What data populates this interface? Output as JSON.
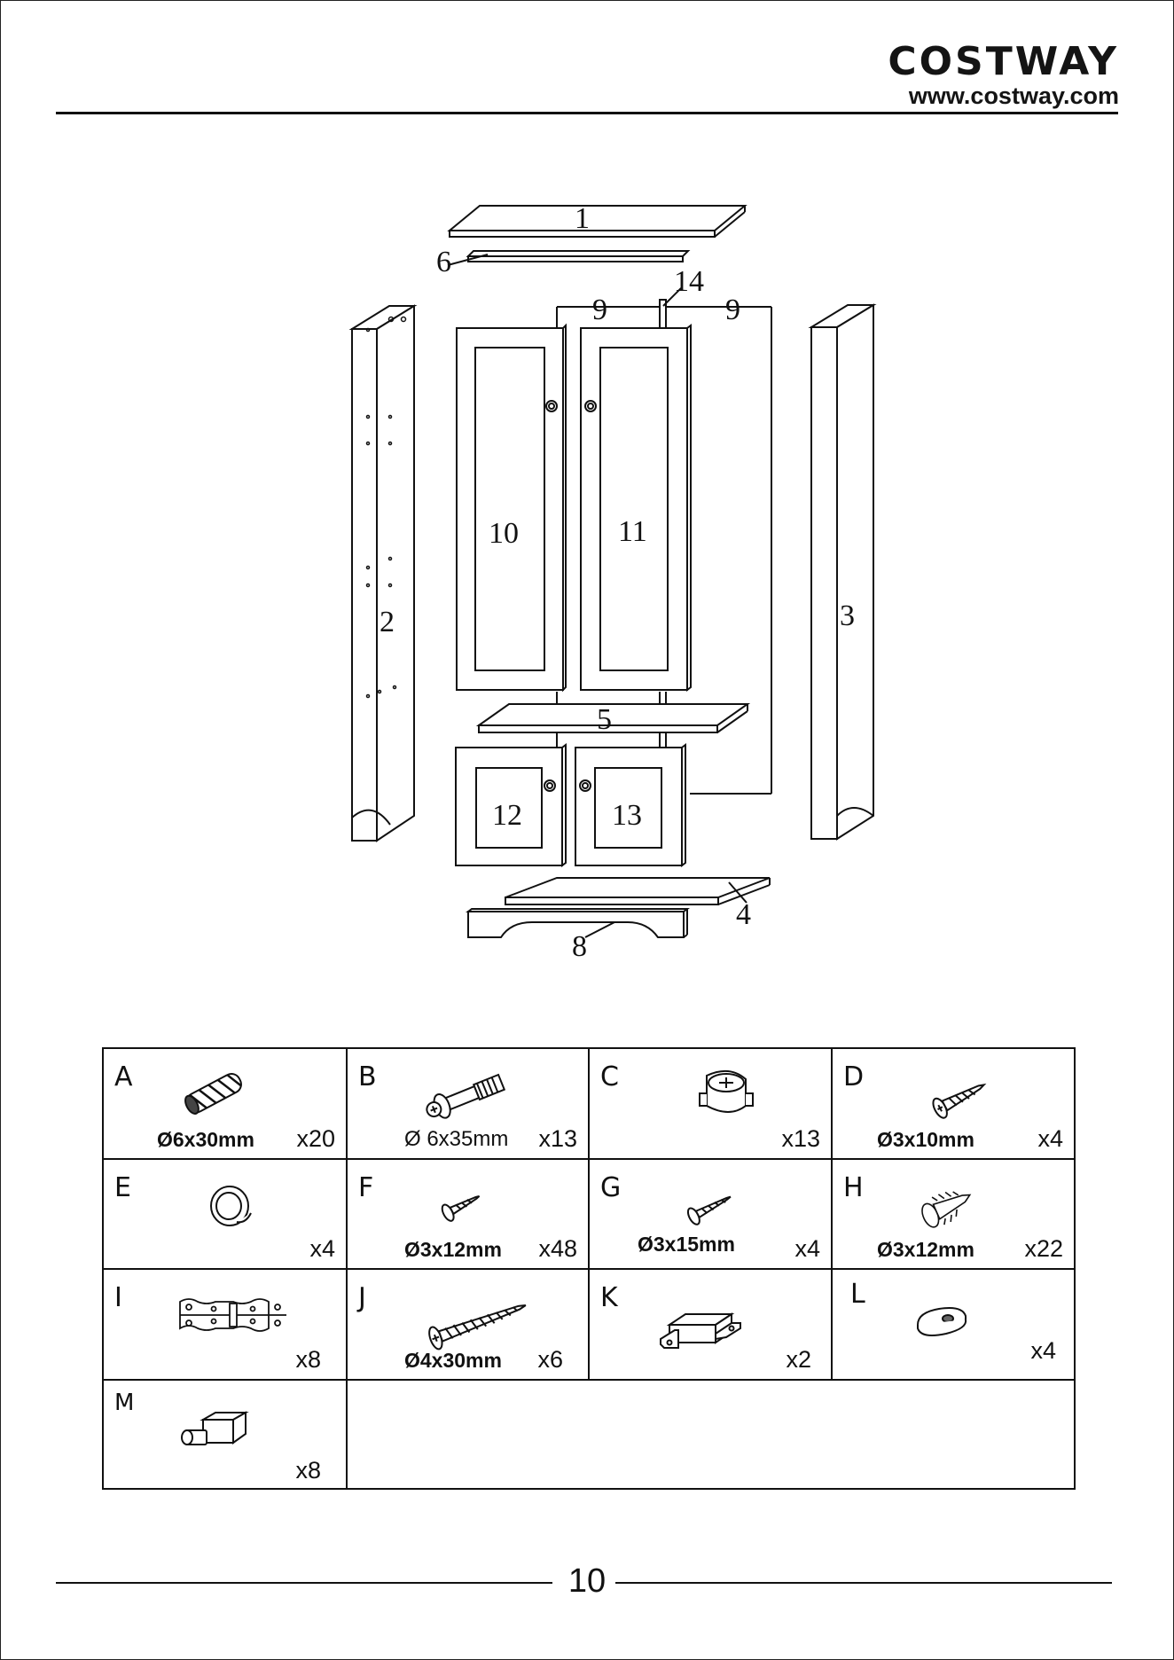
{
  "header": {
    "brand": "COSTWAY",
    "website": "www.costway.com"
  },
  "diagram": {
    "labels": [
      "1",
      "6",
      "14",
      "9",
      "9",
      "10",
      "11",
      "2",
      "3",
      "5",
      "12",
      "13",
      "4",
      "8"
    ]
  },
  "parts": [
    {
      "letter": "A",
      "spec": "Ø6x30mm",
      "qty": "x20",
      "icon": "wooden-dowel-icon"
    },
    {
      "letter": "B",
      "spec": "Ø 6x35mm",
      "qty": "x13",
      "icon": "cam-bolt-icon"
    },
    {
      "letter": "C",
      "spec": "",
      "qty": "x13",
      "icon": "cam-lock-nut-icon"
    },
    {
      "letter": "D",
      "spec": "Ø3x10mm",
      "qty": "x4",
      "icon": "screw-icon"
    },
    {
      "letter": "E",
      "spec": "",
      "qty": "x4",
      "icon": "knob-icon"
    },
    {
      "letter": "F",
      "spec": "Ø3x12mm",
      "qty": "x48",
      "icon": "small-screw-icon"
    },
    {
      "letter": "G",
      "spec": "Ø3x15mm",
      "qty": "x4",
      "icon": "screw-icon"
    },
    {
      "letter": "H",
      "spec": "Ø3x12mm",
      "qty": "x22",
      "icon": "wall-anchor-screw-icon"
    },
    {
      "letter": "I",
      "spec": "",
      "qty": "x8",
      "icon": "hinge-icon"
    },
    {
      "letter": "J",
      "spec": "Ø4x30mm",
      "qty": "x6",
      "icon": "long-screw-icon"
    },
    {
      "letter": "K",
      "spec": "",
      "qty": "x2",
      "icon": "magnetic-catch-icon"
    },
    {
      "letter": "L",
      "spec": "",
      "qty": "x4",
      "icon": "washer-icon"
    },
    {
      "letter": "M",
      "spec": "",
      "qty": "x8",
      "icon": "shelf-support-icon"
    }
  ],
  "footer": {
    "page_number": "10"
  }
}
